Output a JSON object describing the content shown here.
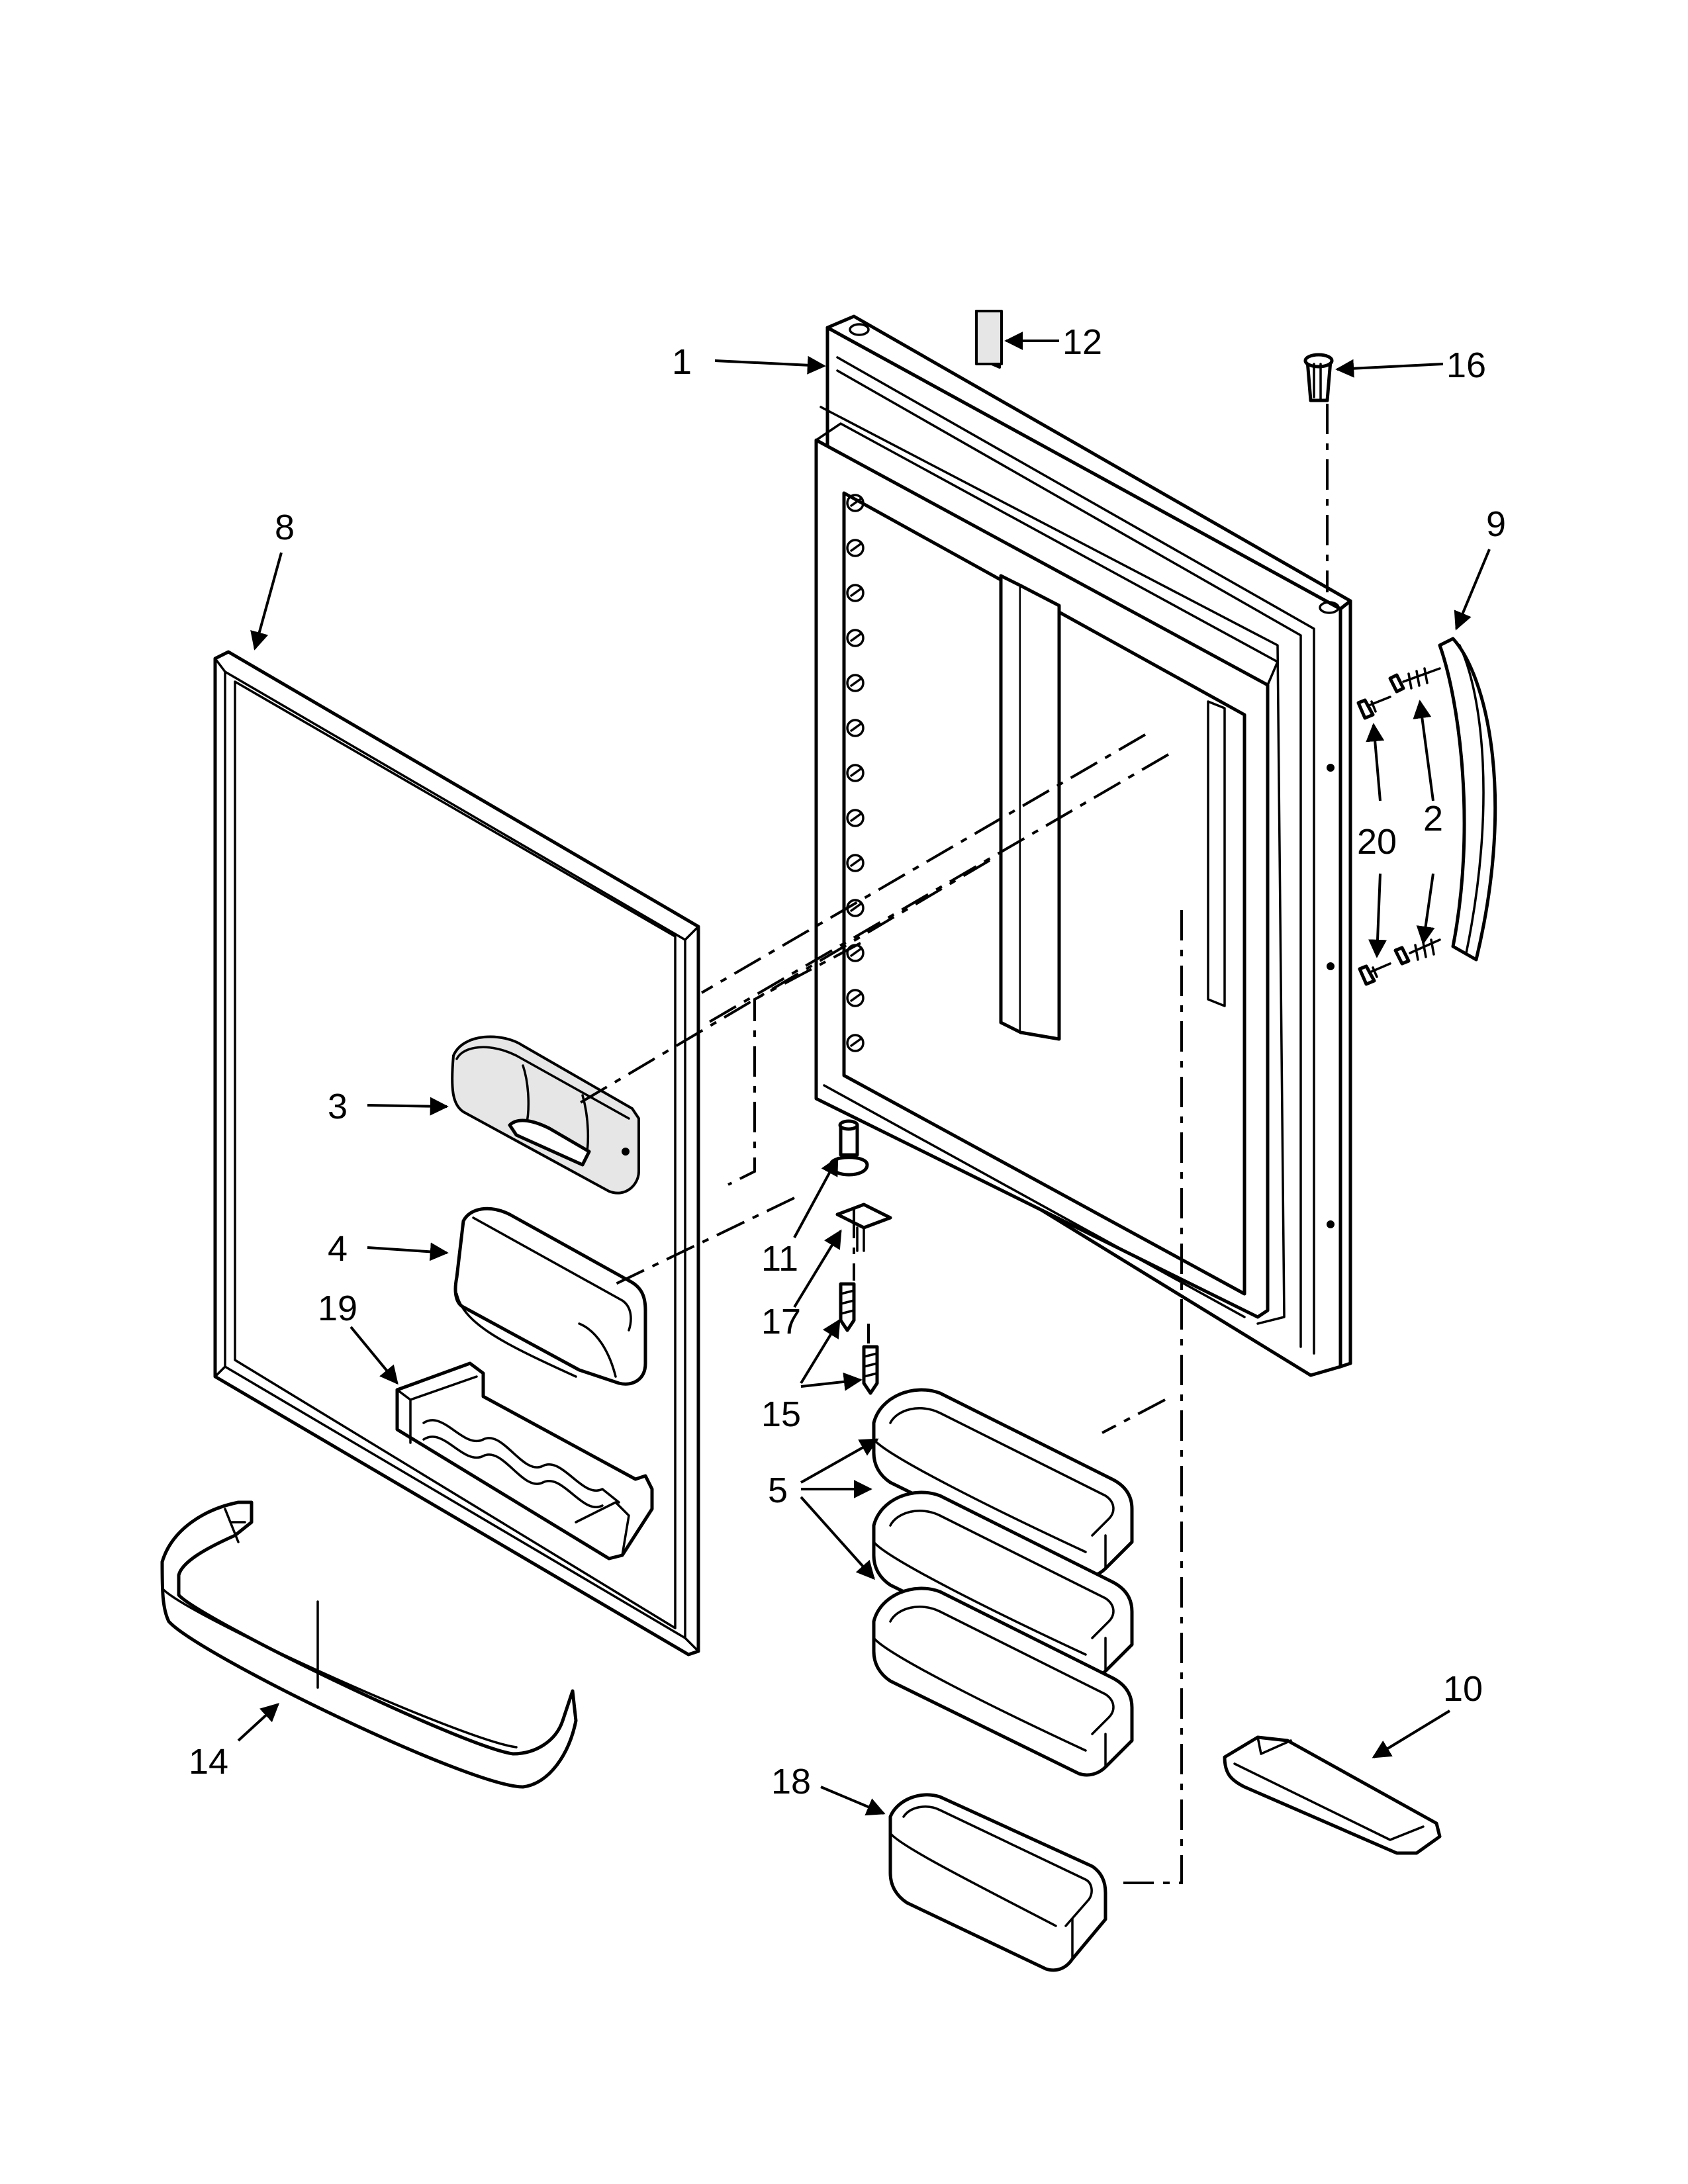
{
  "callouts": [
    {
      "label": "1"
    },
    {
      "label": "12"
    },
    {
      "label": "16"
    },
    {
      "label": "9"
    },
    {
      "label": "8"
    },
    {
      "label": "20"
    },
    {
      "label": "2"
    },
    {
      "label": "3"
    },
    {
      "label": "4"
    },
    {
      "label": "19"
    },
    {
      "label": "11"
    },
    {
      "label": "17"
    },
    {
      "label": "15"
    },
    {
      "label": "5"
    },
    {
      "label": "14"
    },
    {
      "label": "18"
    },
    {
      "label": "10"
    }
  ],
  "colors": {
    "line": "#000000",
    "background": "#ffffff",
    "shade": "#e6e6e6"
  }
}
